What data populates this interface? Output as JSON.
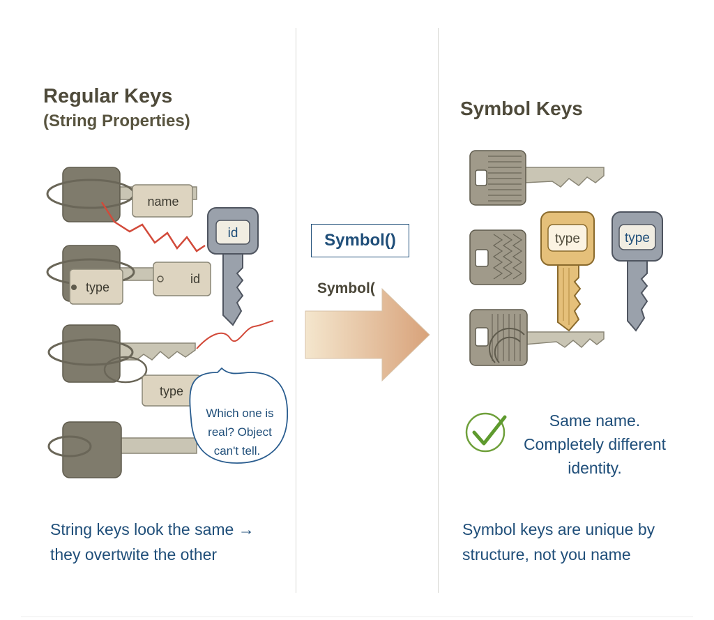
{
  "left_panel": {
    "title": "Regular Keys",
    "subtitle": "(String Properties)",
    "tags": {
      "name_tag": "name",
      "type_tag_1": "type",
      "id_tag_small": "id",
      "id_tag_key": "id",
      "type_tag_2": "type"
    },
    "speech_bubble": [
      "Which one is",
      "real? Object",
      "can't tell."
    ],
    "caption": [
      "String keys look the same →",
      "they overtwite the other"
    ]
  },
  "middle": {
    "symbol_box": "Symbol()",
    "symbol_label": "Symbol("
  },
  "right_panel": {
    "title": "Symbol Keys",
    "tags": {
      "gold_key": "type",
      "silver_key": "type"
    },
    "check_text": [
      "Same name.",
      "Completely different",
      "identity."
    ],
    "caption": [
      "Symbol keys are unique by",
      "structure, not you name"
    ]
  },
  "colors": {
    "caption_blue": "#1f4e79",
    "heading": "#4e4a3a",
    "key_dark": "#7f7b6c",
    "key_gold": "#e5c07a",
    "key_silver": "#9aa1ab",
    "check_green": "#6fa03b",
    "scribble_red": "#d24a3a"
  }
}
